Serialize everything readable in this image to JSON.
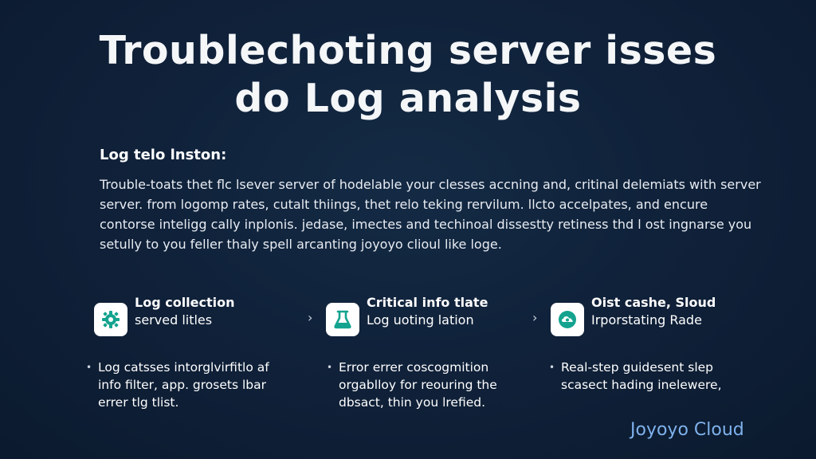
{
  "title": {
    "line1": "Troublechoting server isses",
    "line2": "do Log analysis"
  },
  "intro": {
    "heading": "Log telo lnston:",
    "lines": [
      "Trouble-toats thet flc lsever server of hodelable your clesses accning and, critinal delemiats with server",
      "server. from logomp rates, cutalt thiings, thet relo teking rervilum. llcto accelpates, and encure",
      "contorse inteligg cally inplonis. jedase, imectes and techinoal dissestty retiness thd l ost ingnarse you",
      "setully to you feller thaly spell arcanting joyoyo clioul like loge."
    ]
  },
  "cards": [
    {
      "title": "Log collection",
      "subtitle": "served litles",
      "icon": "gear-icon",
      "bullet_lines": [
        "Log catsses intorglvirfitlo af",
        "info filter, app. grosets lbar",
        "errer tlg tlist."
      ]
    },
    {
      "title": "Critical info tlate",
      "subtitle": "Log uoting lation",
      "icon": "flask-icon",
      "bullet_lines": [
        "Error errer coscogmition",
        "orgablloy for reouring the",
        "dbsact, thin you lrefied."
      ]
    },
    {
      "title": "Oist cashe, Sloud",
      "subtitle": "Irporstating Rade",
      "icon": "cloud-icon",
      "bullet_lines": [
        "Real-step guidesent slep",
        "scasect hading inelewere,"
      ]
    }
  ],
  "brand": "Joyoyo Cloud",
  "colors": {
    "background": "#0f2038",
    "accent": "#14a38f",
    "brand_text": "#7fb2ec"
  }
}
